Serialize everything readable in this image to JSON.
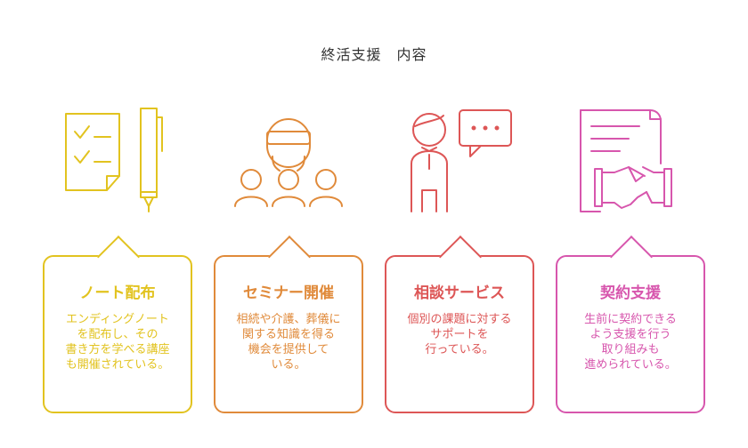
{
  "title": "終活支援　内容",
  "colors": {
    "card1": "#e2c31f",
    "card2": "#e08a3a",
    "card3": "#dd5656",
    "card4": "#d756ad"
  },
  "cards": [
    {
      "icon": "checklist-pen-icon",
      "title": "ノート配布",
      "body": "エンディングノート\nを配布し、その\n書き方を学べる講座\nも開催されている。"
    },
    {
      "icon": "seminar-audience-icon",
      "title": "セミナー開催",
      "body": "相続や介護、葬儀に\n関する知識を得る\n機会を提供して\nいる。"
    },
    {
      "icon": "consultation-speech-icon",
      "title": "相談サービス",
      "body": "個別の課題に対する\nサポートを\n行っている。"
    },
    {
      "icon": "contract-handshake-icon",
      "title": "契約支援",
      "body": "生前に契約できる\nよう支援を行う\n取り組みも\n進められている。"
    }
  ]
}
